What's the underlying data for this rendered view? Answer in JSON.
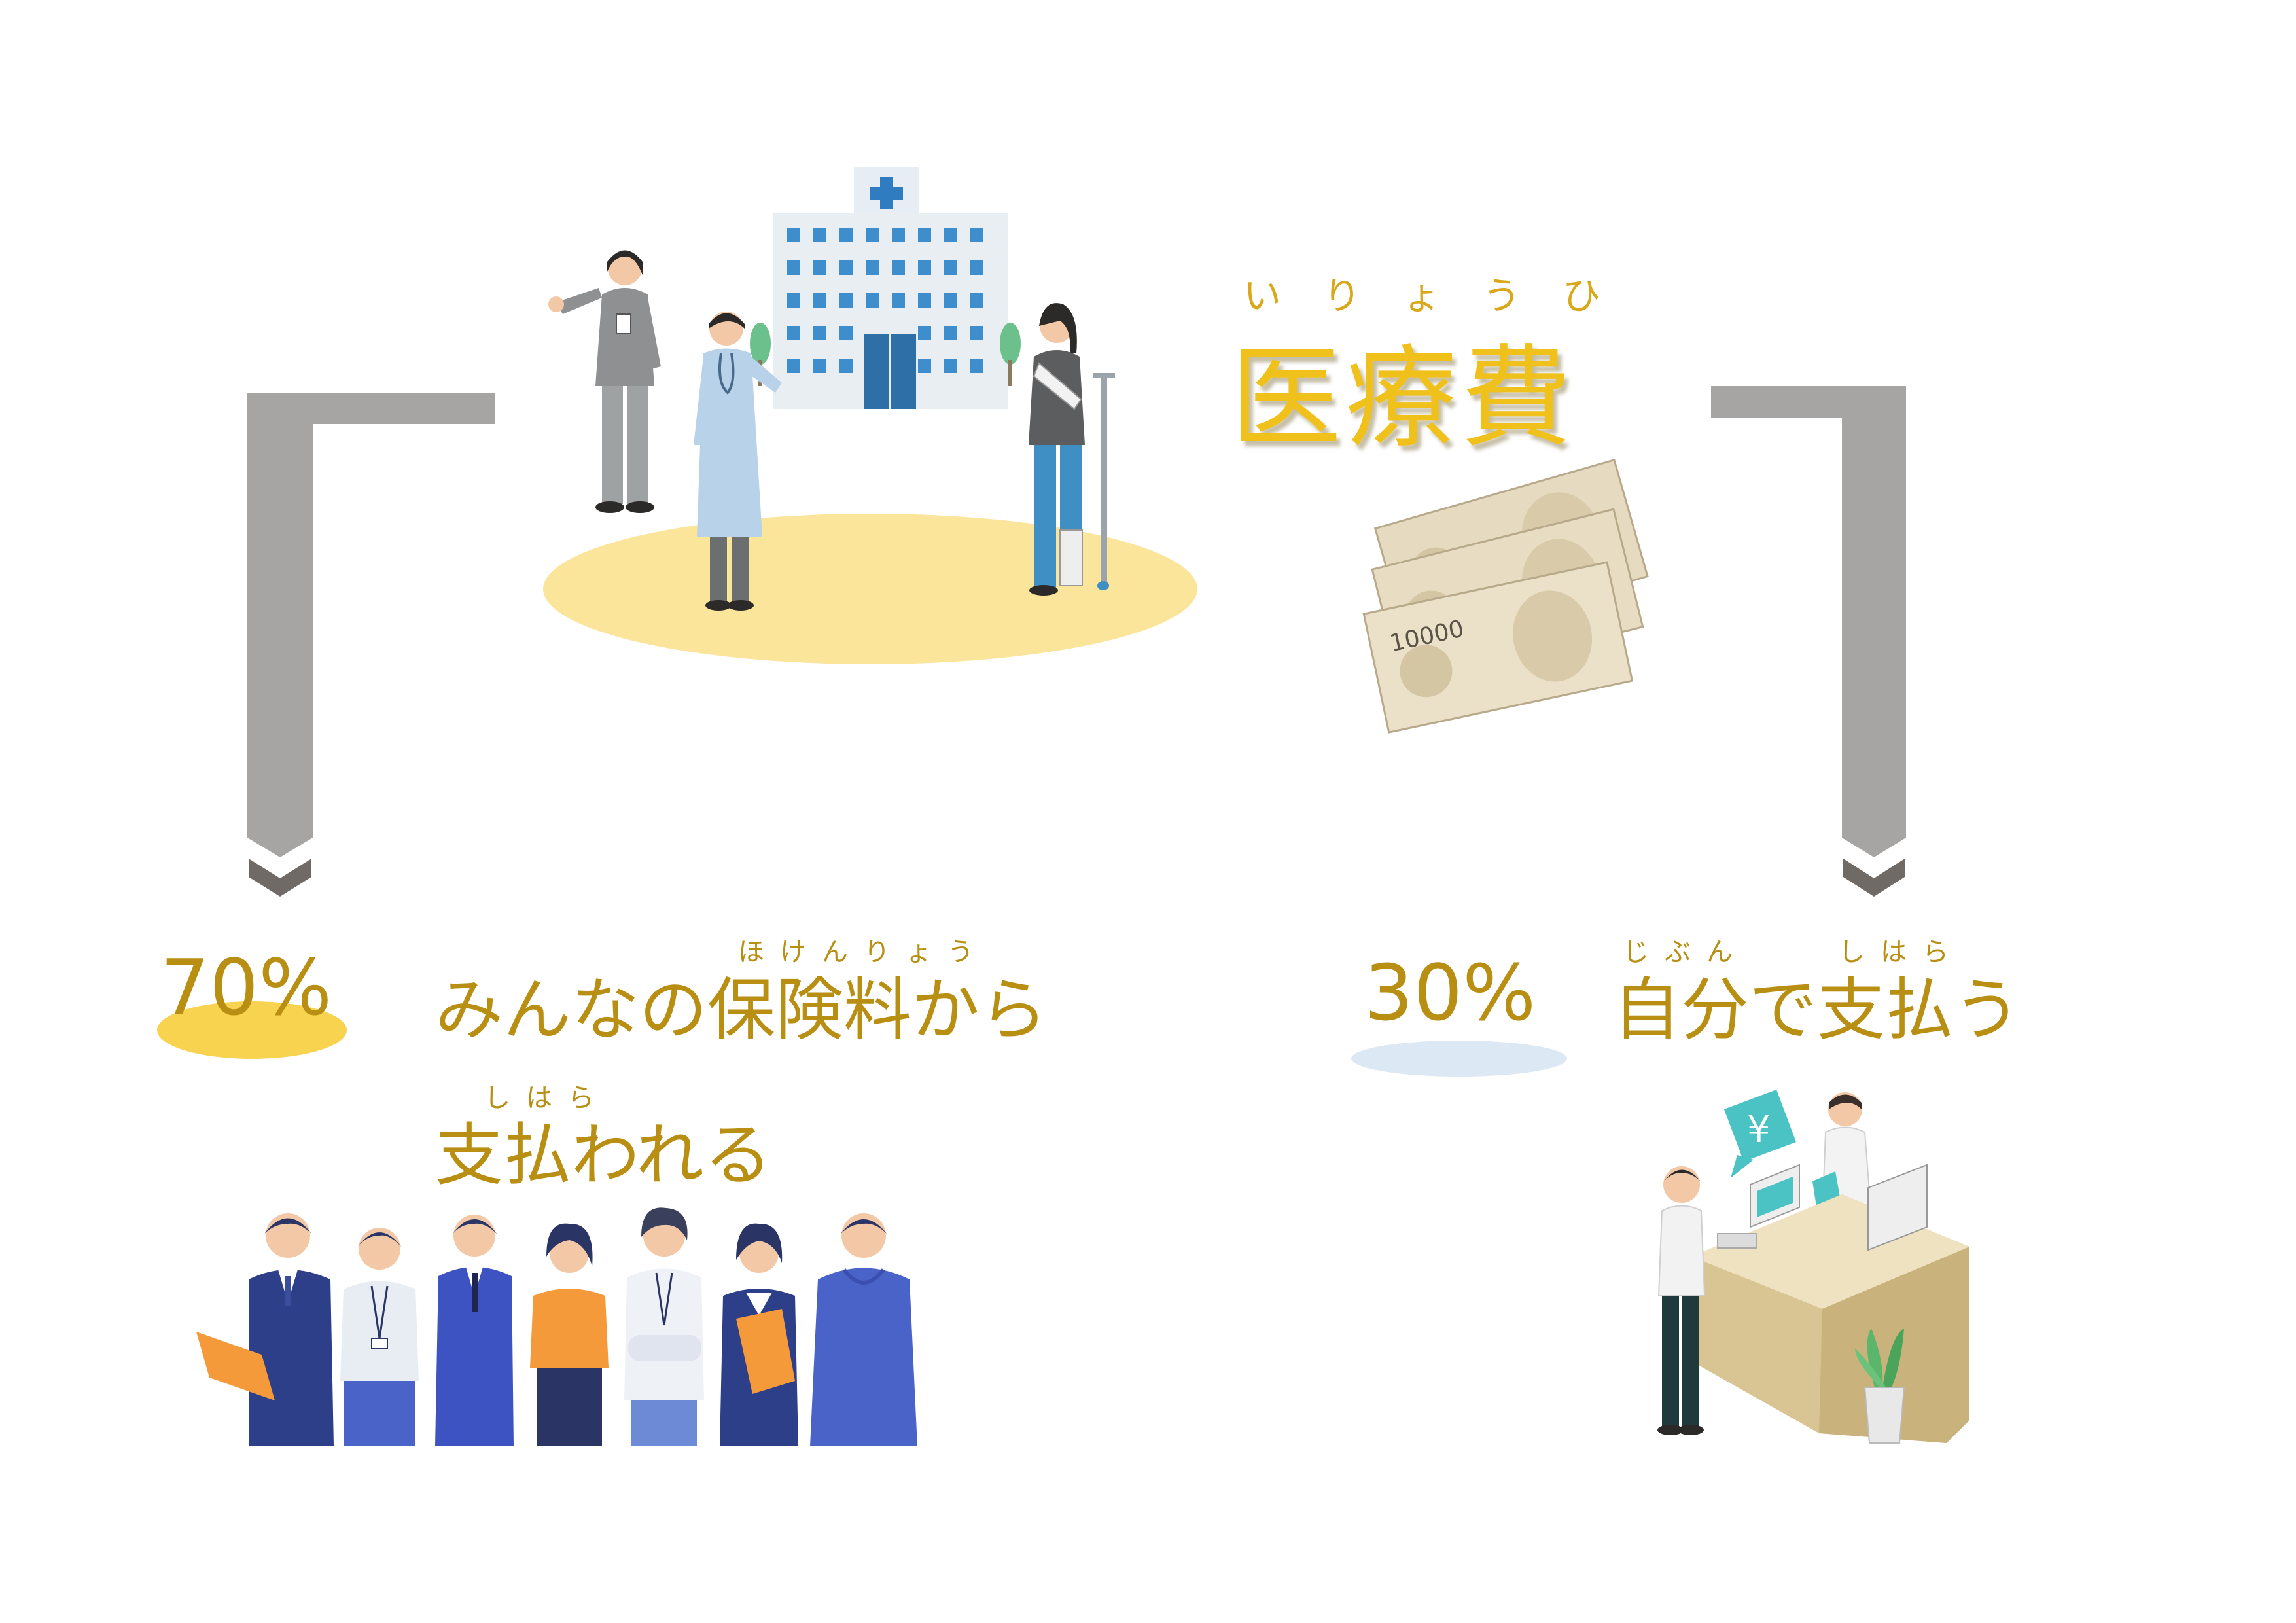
{
  "title": {
    "text": "医療費",
    "ruby": "いりょうひ"
  },
  "left": {
    "percent": "70%",
    "line1_prefix": "みんなの",
    "line1_kanji": "保険料",
    "line1_suffix": "から",
    "line1_ruby": "ほけんりょう",
    "line2_kanji": "支払",
    "line2_suffix": "われる",
    "line2_ruby": "しはら"
  },
  "right": {
    "percent": "30%",
    "kanji1": "自分",
    "kanji1_ruby": "じぶん",
    "middle": "で",
    "kanji2": "支払",
    "kanji2_ruby": "しはら",
    "suffix": "う"
  },
  "banknote": {
    "denomination": "10000"
  },
  "cashier_screen_symbol": "¥",
  "illustrations": [
    "hospital-scene",
    "banknotes",
    "group-of-people",
    "cashier-counter"
  ],
  "colors": {
    "title": "#f1c11b",
    "text": "#b88f12",
    "arrow": "#a6a5a3",
    "arrow_tip": "#6f6a66",
    "left_highlight": "#f7d350",
    "right_highlight": "#dce8f3",
    "ground": "#fbe59b"
  }
}
